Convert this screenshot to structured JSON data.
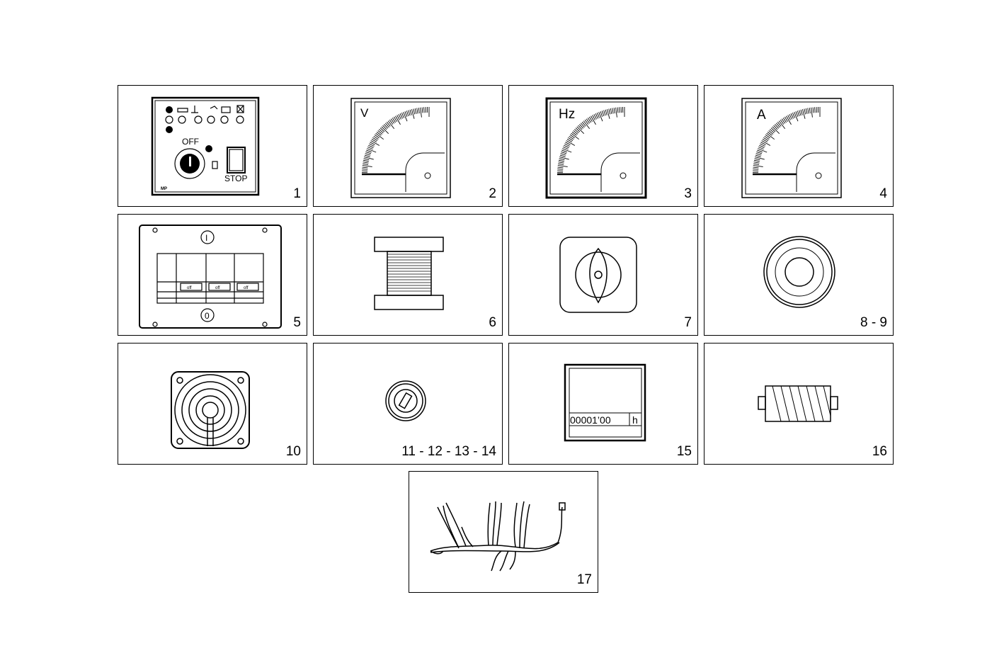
{
  "panels": [
    {
      "label": "1",
      "part": "control-panel",
      "texts": {
        "off": "OFF",
        "stop": "STOP",
        "brand": "MP"
      }
    },
    {
      "label": "2",
      "part": "voltmeter",
      "texts": {
        "unit": "V"
      }
    },
    {
      "label": "3",
      "part": "frequency-meter",
      "texts": {
        "unit": "Hz"
      }
    },
    {
      "label": "4",
      "part": "ammeter",
      "texts": {
        "unit": "A"
      }
    },
    {
      "label": "5",
      "part": "circuit-breaker",
      "texts": {
        "on": "I",
        "off_symbol": "0",
        "switch": "off"
      }
    },
    {
      "label": "6",
      "part": "spool"
    },
    {
      "label": "7",
      "part": "rotary-switch"
    },
    {
      "label": "8 - 9",
      "part": "round-cap"
    },
    {
      "label": "10",
      "part": "fan-grille"
    },
    {
      "label": "11 - 12 - 13 - 14",
      "part": "key-switch"
    },
    {
      "label": "15",
      "part": "hour-meter",
      "texts": {
        "reading": "00001’00",
        "unit": "h"
      }
    },
    {
      "label": "16",
      "part": "fuse"
    },
    {
      "label": "17",
      "part": "wiring-harness"
    }
  ]
}
